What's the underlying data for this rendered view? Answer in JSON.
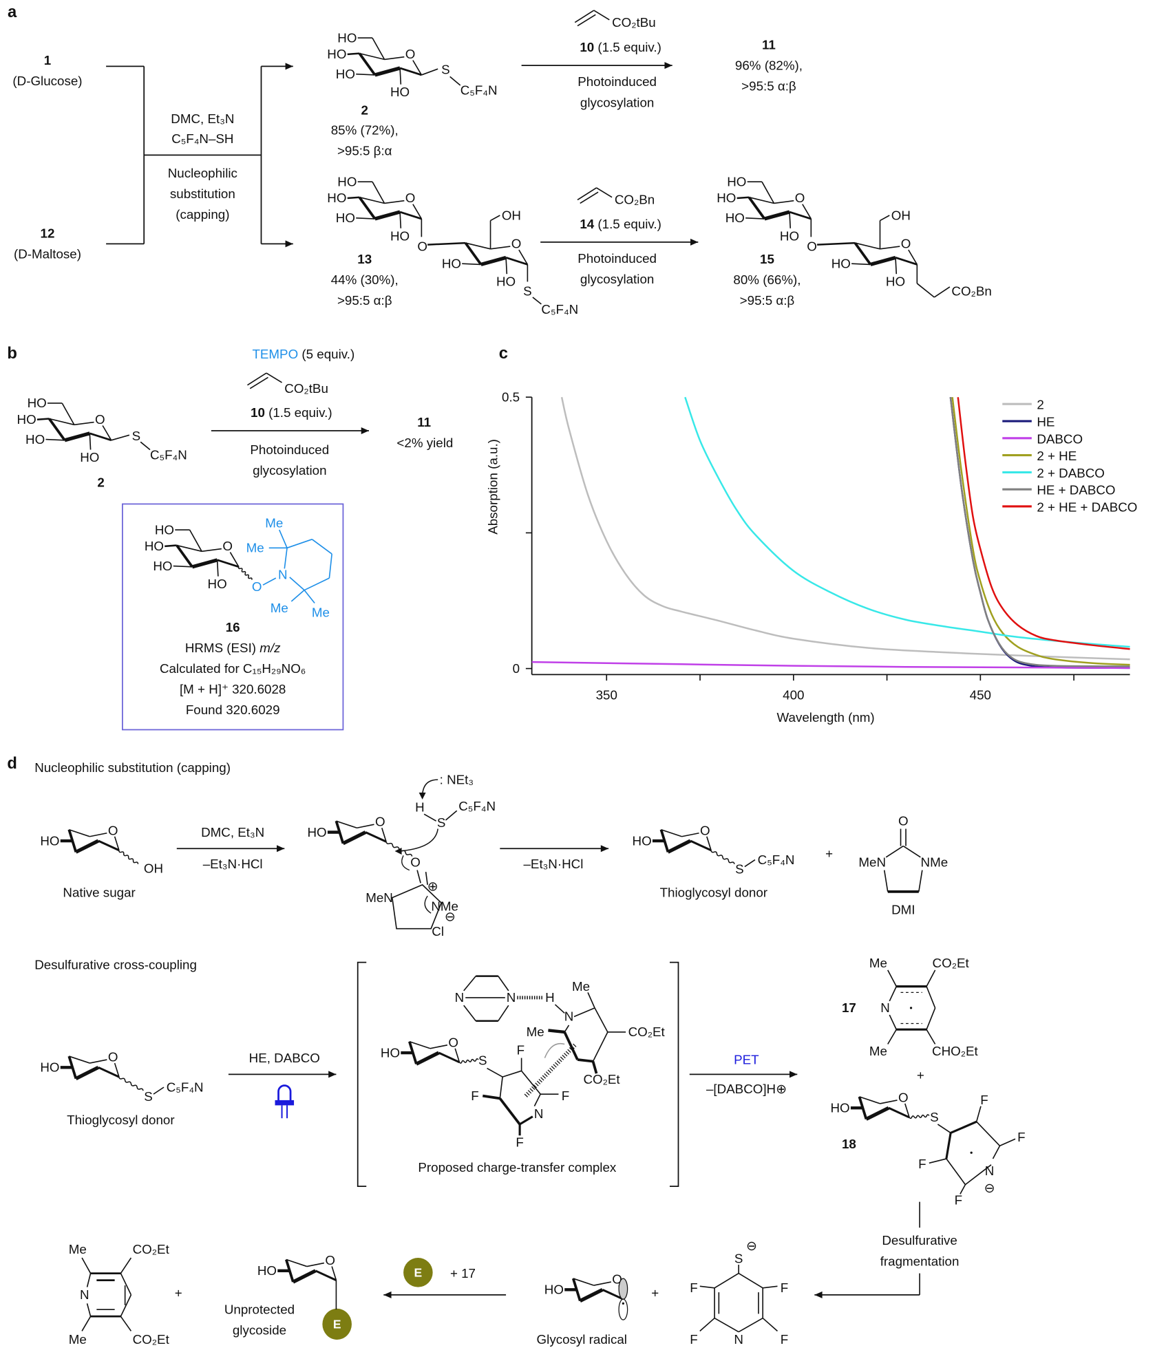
{
  "panel_labels": {
    "a": "a",
    "b": "b",
    "c": "c",
    "d": "d"
  },
  "atoms": {
    "HO": "HO",
    "OH": "OH",
    "O": "O",
    "S": "S",
    "N": "N",
    "F": "F",
    "Me": "Me",
    "H": "H",
    "C5F4N": "C₅F₄N",
    "CO2Et": "CO₂Et",
    "CHO2Et": "CHO₂Et",
    "CO2tBu": "CO₂tBu",
    "CO2Bn": "CO₂Bn",
    "MeN": "MeN",
    "NMe": "NMe",
    "Cl": "Cl",
    "NEt3": ": NEt₃",
    "plus_charge": "⊕",
    "minus_charge": "⊖",
    "E": "E"
  },
  "panel_a": {
    "glucose_num": "1",
    "glucose_name": "(D-Glucose)",
    "maltose_num": "12",
    "maltose_name": "(D-Maltose)",
    "conditions": [
      "DMC, Et₃N",
      "C₅F₄N–SH"
    ],
    "process": [
      "Nucleophilic",
      "substitution",
      "(capping)"
    ],
    "cmpd2": {
      "num": "2",
      "yield": "85% (72%),",
      "ratio": ">95:5 β:α"
    },
    "cmpd13": {
      "num": "13",
      "yield": "44% (30%),",
      "ratio": ">95:5 α:β"
    },
    "rxn1": {
      "reagent_num": "10",
      "reagent_equiv": " (1.5 equiv.)",
      "label": [
        "Photoinduced",
        "glycosylation"
      ]
    },
    "cmpd11": {
      "num": "11",
      "yield": "96% (82%),",
      "ratio": ">95:5 α:β"
    },
    "rxn2": {
      "reagent_num": "14",
      "reagent_equiv": " (1.5 equiv.)",
      "label": [
        "Photoinduced",
        "glycosylation"
      ]
    },
    "cmpd15": {
      "num": "15",
      "yield": "80% (66%),",
      "ratio": ">95:5 α:β"
    }
  },
  "panel_b": {
    "tempo": "TEMPO",
    "tempo_equiv": " (5 equiv.)",
    "reagent_num": "10",
    "reagent_equiv": " (1.5 equiv.)",
    "label": [
      "Photoinduced",
      "glycosylation"
    ],
    "sm_num": "2",
    "product_num": "11",
    "product_yield": "<2% yield",
    "tempo_color": "#1e8fe8",
    "box_color": "#6b63d8",
    "box": {
      "num": "16",
      "hrms": "HRMS (ESI) ",
      "mz": "m/z",
      "calc": "Calculated for C₁₅H₂₉NO₆",
      "mh": "[M + H]⁺ 320.6028",
      "found": "Found 320.6029"
    }
  },
  "chart_data": {
    "type": "line",
    "title": "",
    "xlabel": "Wavelength (nm)",
    "ylabel": "Absorption (a.u.)",
    "xlim": [
      330,
      490
    ],
    "ylim": [
      0,
      0.5
    ],
    "xticks": [
      350,
      375,
      400,
      425,
      450,
      475
    ],
    "xtick_labels": [
      "350",
      "400",
      "450"
    ],
    "xtick_label_values": [
      350,
      400,
      450
    ],
    "yticks": [
      0,
      0.25,
      0.5
    ],
    "ytick_labels": [
      "0",
      "0.5"
    ],
    "ytick_label_values": [
      0,
      0.5
    ],
    "grid": false,
    "legend_position": "top-right",
    "series": [
      {
        "name": "2",
        "color": "#bdbdbd",
        "x": [
          338,
          340,
          345,
          350,
          355,
          360,
          365,
          370,
          380,
          390,
          400,
          420,
          440,
          460,
          490
        ],
        "y": [
          0.5,
          0.44,
          0.32,
          0.235,
          0.175,
          0.135,
          0.115,
          0.105,
          0.088,
          0.07,
          0.055,
          0.038,
          0.03,
          0.024,
          0.017
        ]
      },
      {
        "name": "HE",
        "color": "#1a1a7a",
        "x": [
          442,
          445,
          448,
          450,
          452,
          455,
          458,
          462,
          470,
          490
        ],
        "y": [
          0.5,
          0.33,
          0.2,
          0.14,
          0.09,
          0.045,
          0.02,
          0.007,
          0.002,
          0.001
        ]
      },
      {
        "name": "DABCO",
        "color": "#c040e8",
        "x": [
          330,
          350,
          370,
          400,
          430,
          460,
          490
        ],
        "y": [
          0.012,
          0.01,
          0.008,
          0.005,
          0.003,
          0.002,
          0.001
        ]
      },
      {
        "name": "2 + HE",
        "color": "#a0a020",
        "x": [
          442.5,
          445,
          448,
          450,
          453,
          456,
          460,
          465,
          470,
          480,
          490
        ],
        "y": [
          0.5,
          0.36,
          0.22,
          0.16,
          0.1,
          0.065,
          0.04,
          0.025,
          0.017,
          0.01,
          0.007
        ]
      },
      {
        "name": "2 + DABCO",
        "color": "#38e8e8",
        "x": [
          371,
          375,
          380,
          385,
          390,
          400,
          410,
          420,
          430,
          440,
          450,
          460,
          475,
          490
        ],
        "y": [
          0.5,
          0.42,
          0.35,
          0.29,
          0.245,
          0.18,
          0.14,
          0.11,
          0.09,
          0.078,
          0.068,
          0.058,
          0.048,
          0.04
        ]
      },
      {
        "name": "HE + DABCO",
        "color": "#808080",
        "x": [
          442,
          445,
          448,
          450,
          452,
          455,
          458,
          462,
          470,
          490
        ],
        "y": [
          0.5,
          0.33,
          0.2,
          0.14,
          0.09,
          0.046,
          0.022,
          0.01,
          0.005,
          0.004
        ]
      },
      {
        "name": "2 + HE + DABCO",
        "color": "#e01010",
        "x": [
          444,
          446,
          448,
          450,
          453,
          456,
          460,
          465,
          470,
          480,
          490
        ],
        "y": [
          0.5,
          0.38,
          0.28,
          0.22,
          0.15,
          0.11,
          0.08,
          0.06,
          0.052,
          0.043,
          0.036
        ]
      }
    ]
  },
  "panel_d": {
    "capping_title": "Nucleophilic substitution (capping)",
    "native_sugar": "Native sugar",
    "step1_top": "DMC, Et₃N",
    "step1_bottom": "–Et₃N·HCl",
    "step2_bottom": "–Et₃N·HCl",
    "donor": "Thioglycosyl donor",
    "plus": "+",
    "dmi": "DMI",
    "coupling_title": "Desulfurative cross-coupling",
    "conditions": "HE, DABCO",
    "complex_label": "Proposed charge-transfer complex",
    "pet": "PET",
    "pet_bottom": "–[DABCO]H⊕",
    "cmpd17": "17",
    "cmpd18": "18",
    "fragmentation": [
      "Desulfurative",
      "fragmentation"
    ],
    "radical": "Glycosyl radical",
    "product": [
      "Unprotected",
      "glycoside"
    ],
    "plus17": "+ 17",
    "E_color": "#7d7d12",
    "light_color": "#1a1adc"
  }
}
